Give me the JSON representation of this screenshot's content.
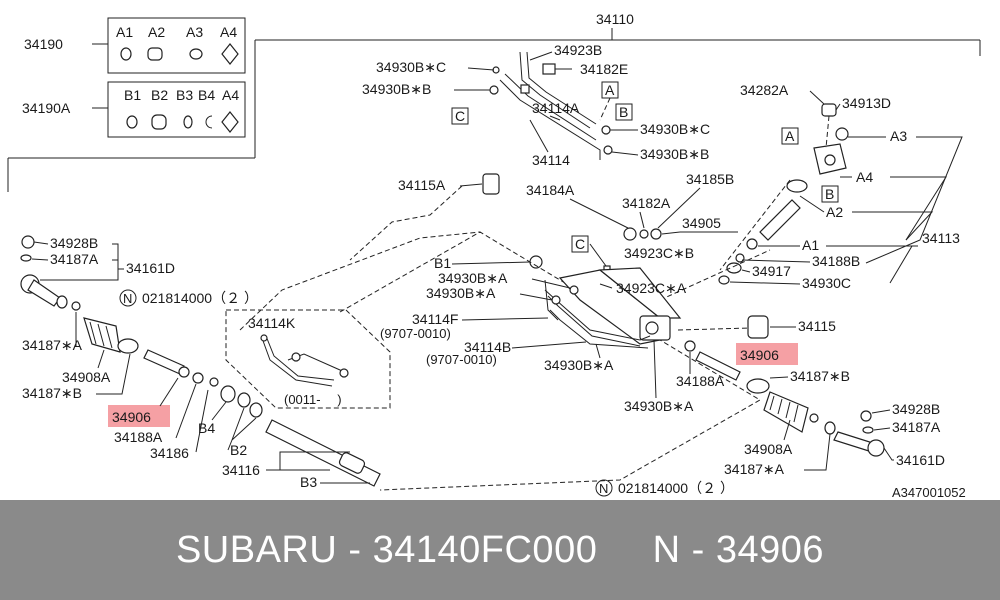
{
  "footer": {
    "brand": "SUBARU",
    "part_number": "34140FC000",
    "ref": "N - 34906",
    "separator": " - ",
    "gap": "     "
  },
  "labels": {
    "l34110": "34110",
    "l34190": "34190",
    "l34190a": "34190A",
    "a1": "A1",
    "a2": "A2",
    "a3": "A3",
    "a4": "A4",
    "b1": "B1",
    "b2": "B2",
    "b3": "B3",
    "b4": "B4",
    "l34930bc_1": "34930B∗C",
    "l34930bb_1": "34930B∗B",
    "l34923b": "34923B",
    "l34182e": "34182E",
    "l34114a": "34114A",
    "l34114": "34114",
    "l34930bc_2": "34930B∗C",
    "l34930bb_2": "34930B∗B",
    "box_a": "A",
    "box_b": "B",
    "box_c": "C",
    "l34282a": "34282A",
    "l34913d": "34913D",
    "r_a3": "A3",
    "r_a4": "A4",
    "r_a2": "A2",
    "r_a1": "A1",
    "l34113": "34113",
    "l34115a": "34115A",
    "l34184a": "34184A",
    "l34185b": "34185B",
    "l34182a": "34182A",
    "l34905": "34905",
    "l34923cb": "34923C∗B",
    "l34188b": "34188B",
    "l34917": "34917",
    "l34930c": "34930C",
    "l34928b_l": "34928B",
    "l34187a_l": "34187A",
    "l34161d_l": "34161D",
    "l021814000_l": "021814000（２ ）",
    "n_mark": "N",
    "l34187sa_l": "34187∗A",
    "l34908a_l": "34908A",
    "l34187sb_l": "34187∗B",
    "l34906_l": "34906",
    "l34188a_l": "34188A",
    "l34186": "34186",
    "l34116": "34116",
    "l34114k": "34114K",
    "l0011": "(0011-　 )",
    "c_b1": "B1",
    "l34930ba_1": "34930B∗A",
    "l34930ba_2": "34930B∗A",
    "l34923ca": "34923C∗A",
    "l34114f": "34114F",
    "l9707_1": "(9707-0010)",
    "l34114b": "34114B",
    "l9707_2": "(9707-0010)",
    "l34930ba_3": "34930B∗A",
    "l34930ba_4": "34930B∗A",
    "l34188a_r": "34188A",
    "l34115": "34115",
    "l34906_r": "34906",
    "l34187sb_r": "34187∗B",
    "l34908a_r": "34908A",
    "l34187sa_r": "34187∗A",
    "l34928b_r": "34928B",
    "l34187a_r": "34187A",
    "l34161d_r": "34161D",
    "l021814000_r": "021814000（２ ）",
    "l_b4": "B4",
    "l_b2": "B2",
    "l_b3": "B3",
    "code": "A347001052"
  },
  "colors": {
    "highlight": "#f5a0a4",
    "footer_bg": "#8a8a8a",
    "line": "#222222"
  }
}
